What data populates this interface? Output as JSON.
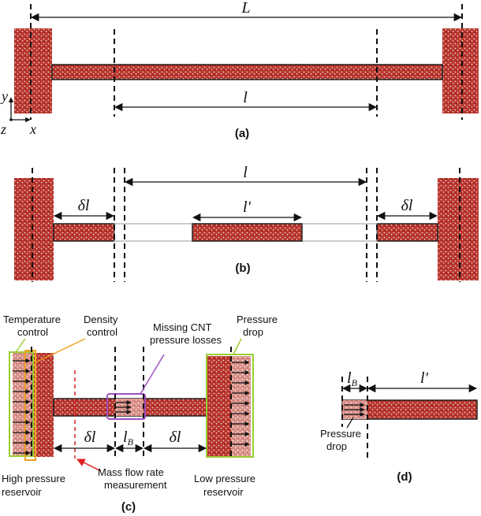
{
  "panels": {
    "a": "(a)",
    "b": "(b)",
    "c": "(c)",
    "d": "(d)"
  },
  "symbols": {
    "L": "L",
    "l": "l",
    "l_prime": "l′",
    "delta_l": "δl",
    "l_B": "l",
    "B_sub": "B",
    "x": "x",
    "y": "y",
    "z": "z"
  },
  "labels": {
    "temperature_control": [
      "Temperature",
      "control"
    ],
    "density_control": [
      "Density",
      "control"
    ],
    "missing_cnt": [
      "Missing CNT",
      "pressure losses"
    ],
    "pressure_drop": [
      "Pressure",
      "drop"
    ],
    "pressure_drop_d": [
      "Pressure",
      "drop"
    ],
    "high_pressure": [
      "High pressure",
      "reservoir"
    ],
    "low_pressure": [
      "Low pressure",
      "reservoir"
    ],
    "mass_flow": [
      "Mass flow rate",
      "measurement"
    ]
  },
  "colors": {
    "particle_fill": "#b8322a",
    "temperature_box": "#9acd32",
    "density_box": "#f0a020",
    "missing_box": "#a050c0",
    "mass_flow_line": "#e02020"
  }
}
